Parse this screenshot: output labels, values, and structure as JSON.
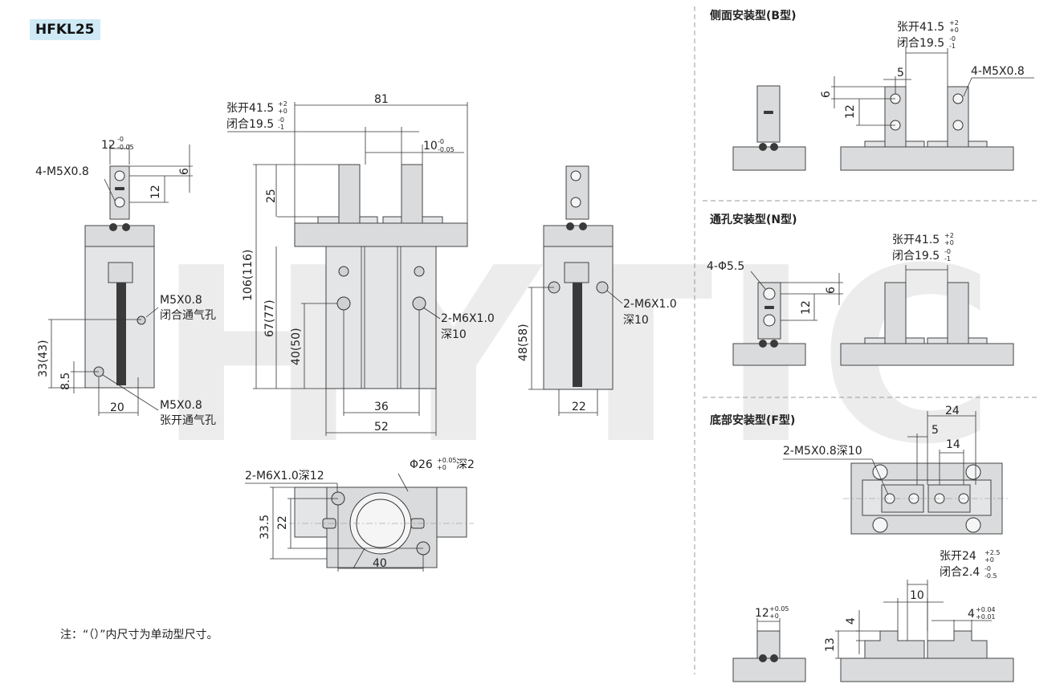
{
  "model": "HFKL25",
  "watermark": "HYTIC",
  "note": "注：“（）”内尺寸为单动型尺寸。",
  "headers": {
    "b_type": "侧面安装型(B型)",
    "n_type": "通孔安装型(N型)",
    "f_type": "底部安装型(F型)"
  },
  "front": {
    "width_label": "12",
    "width_tol_top": "-0",
    "width_tol_bot": "-0.05",
    "thread_label": "4-M5X0.8",
    "dim_6": "6",
    "dim_12": "12",
    "port_close_1": "M5X0.8",
    "port_close_2": "闭合通气孔",
    "port_open_1": "M5X0.8",
    "port_open_2": "张开通气孔",
    "dim_33": "33(43)",
    "dim_8_5": "8.5",
    "dim_20": "20"
  },
  "main": {
    "open_label": "张开41.5",
    "open_tol_top": "+2",
    "open_tol_bot": "+0",
    "close_label": "闭合19.5",
    "close_tol_top": "-0",
    "close_tol_bot": "-1",
    "dim_81": "81",
    "dim_10": "10",
    "dim_10_tol_top": "-0",
    "dim_10_tol_bot": "-0.05",
    "dim_25": "25",
    "dim_106": "106(116)",
    "dim_67": "67(77)",
    "dim_40": "40(50)",
    "thread_1": "2-M6X1.0",
    "thread_2": "深10",
    "dim_36": "36",
    "dim_52": "52"
  },
  "side": {
    "thread_1": "2-M6X1.0",
    "thread_2": "深10",
    "dim_48": "48(58)",
    "dim_22": "22"
  },
  "bottom": {
    "thread": "2-M6X1.0深12",
    "bore_label": "Φ26",
    "bore_tol_top": "+0.05",
    "bore_tol_bot": "+0",
    "bore_depth": "深2",
    "dim_33_5": "33.5",
    "dim_22": "22",
    "dim_40": "40"
  },
  "b_type": {
    "open_label": "张开41.5",
    "open_tol_top": "+2",
    "open_tol_bot": "+0",
    "close_label": "闭合19.5",
    "close_tol_top": "-0",
    "close_tol_bot": "-1",
    "dim_5": "5",
    "thread": "4-M5X0.8",
    "dim_6": "6",
    "dim_12": "12"
  },
  "n_type": {
    "open_label": "张开41.5",
    "open_tol_top": "+2",
    "open_tol_bot": "+0",
    "close_label": "闭合19.5",
    "close_tol_top": "-0",
    "close_tol_bot": "-1",
    "hole_label": "4-Φ5.5",
    "dim_6": "6",
    "dim_12": "12"
  },
  "f_type": {
    "dim_24": "24",
    "dim_5": "5",
    "dim_14": "14",
    "thread": "2-M5X0.8深10",
    "open_label": "张开24",
    "open_tol_top": "+2.5",
    "open_tol_bot": "+0",
    "close_label": "闭合2.4",
    "close_tol_top": "-0",
    "close_tol_bot": "-0.5",
    "dim_10": "10",
    "dim_4a": "4",
    "dim_4b": "4",
    "dim_4b_tol_top": "+0.04",
    "dim_4b_tol_bot": "+0.01",
    "dim_13": "13",
    "dim_12": "12",
    "dim_12_tol_top": "+0.05",
    "dim_12_tol_bot": "+0"
  }
}
